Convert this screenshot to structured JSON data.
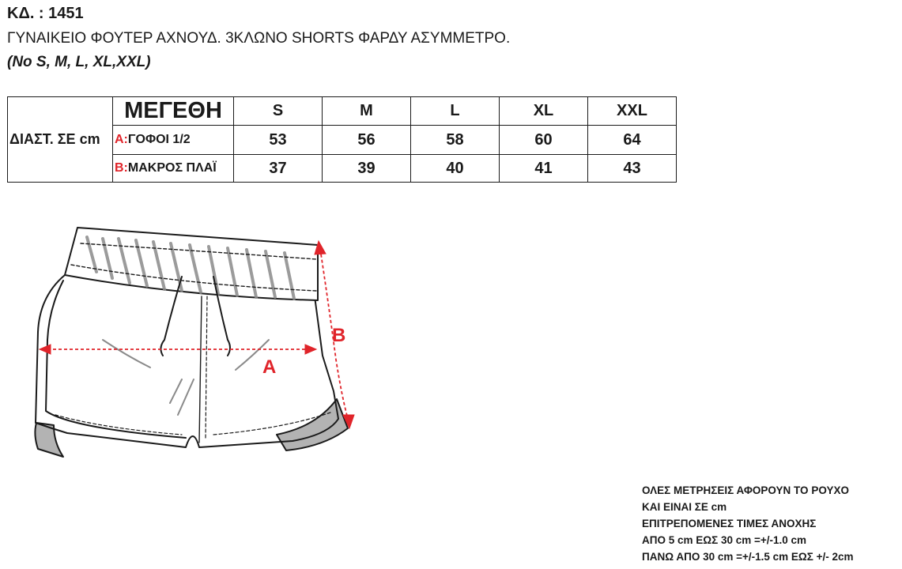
{
  "header": {
    "code": "ΚΔ. : 1451",
    "description": "ΓΥΝΑΙΚΕΙΟ ΦΟΥΤΕΡ ΑΧΝΟΥΔ. 3ΚΛΩΝΟ SHORTS ΦΑΡΔΥ ΑΣΥΜΜΕΤΡΟ.",
    "sizes_note": "(No S, M, L, XL,XXL)"
  },
  "table": {
    "dims_label": "ΔΙΑΣΤ. ΣΕ cm",
    "size_header": "ΜΕΓΕΘΗ",
    "sizes": [
      "S",
      "M",
      "L",
      "XL",
      "XXL"
    ],
    "rows": [
      {
        "key": "A:",
        "label": "ΓΟΦΟΙ 1/2",
        "values": [
          "53",
          "56",
          "58",
          "60",
          "64"
        ]
      },
      {
        "key": "B:",
        "label": "ΜΑΚΡΟΣ ΠΛΑΪ",
        "values": [
          "37",
          "39",
          "40",
          "41",
          "43"
        ]
      }
    ]
  },
  "drawing": {
    "label_a": "A",
    "label_b": "B",
    "accent_color": "#e0242a",
    "grey_fill": "#b3b3b3"
  },
  "notes": [
    "ΟΛΕΣ ΜΕΤΡΗΣΕΙΣ ΑΦΟΡΟΥΝ ΤΟ ΡΟΥΧΟ",
    "ΚΑΙ ΕΙΝΑΙ ΣΕ cm",
    "ΕΠΙΤΡΕΠΟΜΕΝΕΣ ΤΙΜΕΣ ΑΝΟΧΗΣ",
    "ΑΠΟ 5 cm  ΕΩΣ 30 cm =+/-1.0 cm",
    "ΠΑΝΩ ΑΠΟ 30 cm =+/-1.5 cm ΕΩΣ +/- 2cm"
  ]
}
